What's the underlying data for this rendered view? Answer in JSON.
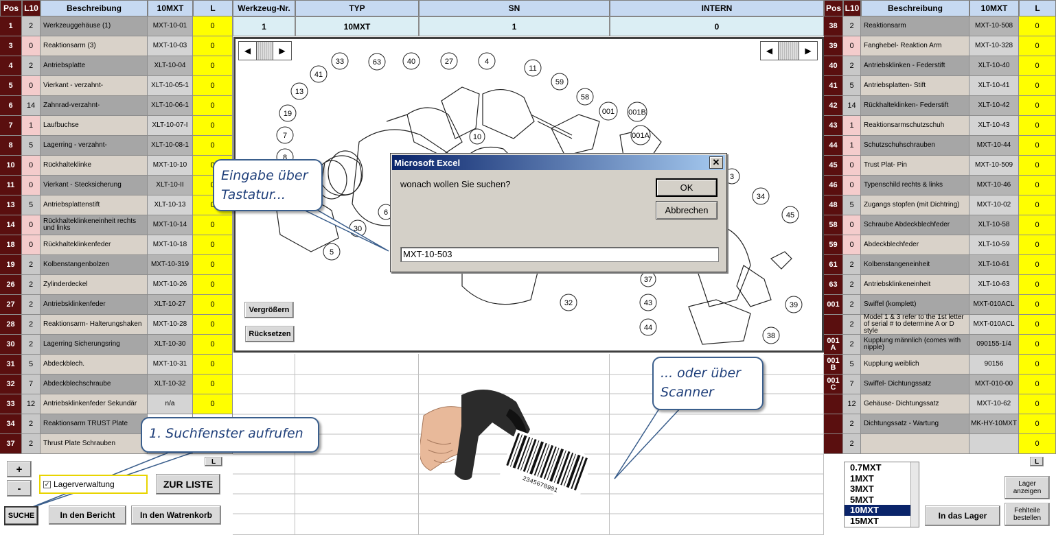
{
  "left_table": {
    "headers": {
      "pos": "Pos",
      "l10": "L10",
      "desc": "Beschreibung",
      "code": "10MXT",
      "l": "L"
    },
    "rows": [
      {
        "pos": "1",
        "l10": "2",
        "desc": "Werkzeuggehäuse (1)",
        "code": "MXT-10-01",
        "l": "0"
      },
      {
        "pos": "3",
        "l10": "0",
        "desc": "Reaktionsarm (3)",
        "code": "MXT-10-03",
        "l": "0"
      },
      {
        "pos": "4",
        "l10": "2",
        "desc": "Antriebsplatte",
        "code": "XLT-10-04",
        "l": "0"
      },
      {
        "pos": "5",
        "l10": "0",
        "desc": "Vierkant - verzahnt-",
        "code": "XLT-10-05-1",
        "l": "0"
      },
      {
        "pos": "6",
        "l10": "14",
        "desc": "Zahnrad-verzahnt-",
        "code": "XLT-10-06-1",
        "l": "0"
      },
      {
        "pos": "7",
        "l10": "1",
        "desc": "Laufbuchse",
        "code": "XLT-10-07-I",
        "l": "0"
      },
      {
        "pos": "8",
        "l10": "5",
        "desc": "Lagerring - verzahnt-",
        "code": "XLT-10-08-1",
        "l": "0"
      },
      {
        "pos": "10",
        "l10": "0",
        "desc": "Rückhalteklinke",
        "code": "MXT-10-10",
        "l": "0"
      },
      {
        "pos": "11",
        "l10": "0",
        "desc": "Vierkant - Stecksicherung",
        "code": "XLT-10-II",
        "l": "0"
      },
      {
        "pos": "13",
        "l10": "5",
        "desc": "Antriebsplattenstift",
        "code": "XLT-10-13",
        "l": "0"
      },
      {
        "pos": "14",
        "l10": "0",
        "desc": "Rückhalteklinkeneinheit rechts und links",
        "code": "MXT-10-14",
        "l": "0"
      },
      {
        "pos": "18",
        "l10": "0",
        "desc": "Rückhalteklinkenfeder",
        "code": "MXT-10-18",
        "l": "0"
      },
      {
        "pos": "19",
        "l10": "2",
        "desc": "Kolbenstangenbolzen",
        "code": "MXT-10-319",
        "l": "0"
      },
      {
        "pos": "26",
        "l10": "2",
        "desc": "Zylinderdeckel",
        "code": "MXT-10-26",
        "l": "0"
      },
      {
        "pos": "27",
        "l10": "2",
        "desc": "Antriebsklinkenfeder",
        "code": "XLT-10-27",
        "l": "0"
      },
      {
        "pos": "28",
        "l10": "2",
        "desc": "Reaktionsarm- Halterungshaken",
        "code": "MXT-10-28",
        "l": "0"
      },
      {
        "pos": "30",
        "l10": "2",
        "desc": "Lagerring Sicherungsring",
        "code": "XLT-10-30",
        "l": "0"
      },
      {
        "pos": "31",
        "l10": "5",
        "desc": "Abdeckblech.",
        "code": "MXT-10-31",
        "l": "0"
      },
      {
        "pos": "32",
        "l10": "7",
        "desc": "Abdeckblechschraube",
        "code": "XLT-10-32",
        "l": "0"
      },
      {
        "pos": "33",
        "l10": "12",
        "desc": "Antriebsklinkenfeder Sekundär",
        "code": "n/a",
        "l": "0"
      },
      {
        "pos": "34",
        "l10": "2",
        "desc": "Reaktionsarm TRUST Plate",
        "code": "",
        "l": ""
      },
      {
        "pos": "37",
        "l10": "2",
        "desc": "Thrust Plate Schrauben",
        "code": "",
        "l": ""
      }
    ]
  },
  "right_table": {
    "headers": {
      "pos": "Pos",
      "l10": "L10",
      "desc": "Beschreibung",
      "code": "10MXT",
      "l": "L"
    },
    "rows": [
      {
        "pos": "38",
        "l10": "2",
        "desc": "Reaktionsarm",
        "code": "MXT-10-508",
        "l": "0"
      },
      {
        "pos": "39",
        "l10": "0",
        "desc": "Fanghebel- Reaktion Arm",
        "code": "MXT-10-328",
        "l": "0"
      },
      {
        "pos": "40",
        "l10": "2",
        "desc": "Antriebsklinken - Federstift",
        "code": "XLT-10-40",
        "l": "0"
      },
      {
        "pos": "41",
        "l10": "5",
        "desc": "Antriebsplatten- Stift",
        "code": "XLT-10-41",
        "l": "0"
      },
      {
        "pos": "42",
        "l10": "14",
        "desc": "Rückhalteklinken- Federstift",
        "code": "XLT-10-42",
        "l": "0"
      },
      {
        "pos": "43",
        "l10": "1",
        "desc": "Reaktionsarmschutzschuh",
        "code": "XLT-10-43",
        "l": "0"
      },
      {
        "pos": "44",
        "l10": "1",
        "desc": "Schutzschuhschrauben",
        "code": "MXT-10-44",
        "l": "0"
      },
      {
        "pos": "45",
        "l10": "0",
        "desc": "Trust Plat- Pin",
        "code": "MXT-10-509",
        "l": "0"
      },
      {
        "pos": "46",
        "l10": "0",
        "desc": "Typenschild rechts & links",
        "code": "MXT-10-46",
        "l": "0"
      },
      {
        "pos": "48",
        "l10": "5",
        "desc": "Zugangs stopfen (mit Dichtring)",
        "code": "MXT-10-02",
        "l": "0"
      },
      {
        "pos": "58",
        "l10": "0",
        "desc": "Schraube Abdeckblechfeder",
        "code": "XLT-10-58",
        "l": "0"
      },
      {
        "pos": "59",
        "l10": "0",
        "desc": "Abdeckblechfeder",
        "code": "XLT-10-59",
        "l": "0"
      },
      {
        "pos": "61",
        "l10": "2",
        "desc": "Kolbenstangeneinheit",
        "code": "XLT-10-61",
        "l": "0"
      },
      {
        "pos": "63",
        "l10": "2",
        "desc": "Antriebsklinkeneinheit",
        "code": "XLT-10-63",
        "l": "0"
      },
      {
        "pos": "001",
        "l10": "2",
        "desc": "Swiffel (komplett)",
        "code": "MXT-010ACL",
        "l": "0"
      },
      {
        "pos": "",
        "l10": "2",
        "desc": "Model 1 & 3 refer to the 1st letter of serial # to determine A or D style",
        "code": "MXT-010ACL",
        "l": "0"
      },
      {
        "pos": "001 A",
        "l10": "2",
        "desc": "Kupplung männlich (comes with nipple)",
        "code": "090155-1/4",
        "l": "0"
      },
      {
        "pos": "001 B",
        "l10": "5",
        "desc": "Kupplung weiblich",
        "code": "90156",
        "l": "0"
      },
      {
        "pos": "001 C",
        "l10": "7",
        "desc": "Swiffel- Dichtungssatz",
        "code": "MXT-010-00",
        "l": "0"
      },
      {
        "pos": "",
        "l10": "12",
        "desc": "Gehäuse- Dichtungssatz",
        "code": "MXT-10-62",
        "l": "0"
      },
      {
        "pos": "",
        "l10": "2",
        "desc": "Dichtungssatz - Wartung",
        "code": "MK-HY-10MXT",
        "l": "0"
      },
      {
        "pos": "",
        "l10": "2",
        "desc": "",
        "code": "",
        "l": "0"
      }
    ]
  },
  "center": {
    "headers": [
      "Werkzeug-Nr.",
      "TYP",
      "SN",
      "INTERN"
    ],
    "values": [
      "1",
      "10MXT",
      "1",
      "0"
    ],
    "zoom_button": "Vergrößern",
    "reset_button": "Rücksetzen",
    "diagram_labels": [
      "33",
      "63",
      "40",
      "27",
      "4",
      "11",
      "41",
      "13",
      "59",
      "58",
      "001",
      "001B",
      "19",
      "001A",
      "7",
      "10",
      "8",
      "3",
      "34",
      "45",
      "30",
      "6",
      "5",
      "37",
      "39",
      "43",
      "32",
      "44",
      "38"
    ]
  },
  "dialog": {
    "title": "Microsoft Excel",
    "prompt": "wonach wollen Sie suchen?",
    "ok": "OK",
    "cancel": "Abbrechen",
    "input_value": "MXT-10-503",
    "close": "✕"
  },
  "callouts": {
    "keyboard": "Eingabe über Tastatur...",
    "scanner": "... oder über Scanner",
    "search": "1. Suchfenster aufrufen"
  },
  "bottom_left": {
    "plus": "+",
    "minus": "-",
    "l_button": "L",
    "checkbox_label": "Lagerverwaltung",
    "checkbox_checked": true,
    "to_list": "ZUR LISTE",
    "search": "SUCHE",
    "report": "In den Bericht",
    "cart": "In den Watrenkorb"
  },
  "bottom_right": {
    "l_button": "L",
    "list_items": [
      "0.7MXT",
      "1MXT",
      "3MXT",
      "5MXT",
      "10MXT",
      "15MXT"
    ],
    "selected": "10MXT",
    "show_stock": "Lager anzeigen",
    "to_stock": "In das Lager",
    "order_missing": "Fehlteile bestellen"
  }
}
